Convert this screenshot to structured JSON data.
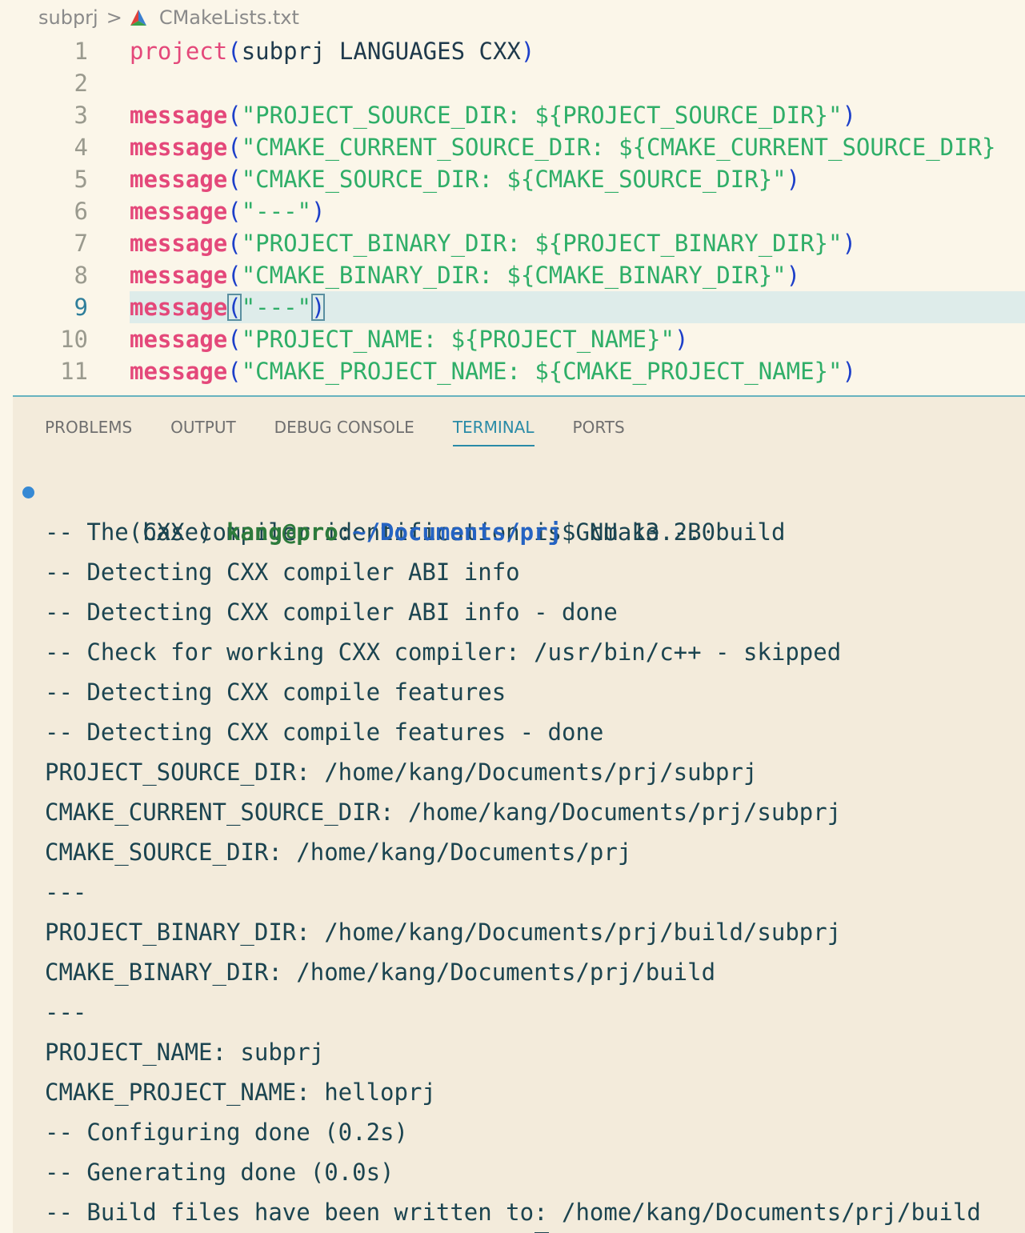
{
  "breadcrumb": {
    "folder": "subprj",
    "separator": ">",
    "file_icon": "cmake-triangle-icon",
    "file": "CMakeLists.txt"
  },
  "editor": {
    "active_line": 9,
    "lines": [
      {
        "num": "1",
        "fn": "project",
        "open": "(",
        "arg": "subprj LANGUAGES CXX",
        "close": ")"
      },
      {
        "num": "2",
        "fn": "",
        "open": "",
        "arg": "",
        "close": ""
      },
      {
        "num": "3",
        "fn": "message",
        "open": "(",
        "arg": "\"PROJECT_SOURCE_DIR: ${PROJECT_SOURCE_DIR}\"",
        "close": ")"
      },
      {
        "num": "4",
        "fn": "message",
        "open": "(",
        "arg": "\"CMAKE_CURRENT_SOURCE_DIR: ${CMAKE_CURRENT_SOURCE_DIR}",
        "close": ""
      },
      {
        "num": "5",
        "fn": "message",
        "open": "(",
        "arg": "\"CMAKE_SOURCE_DIR: ${CMAKE_SOURCE_DIR}\"",
        "close": ")"
      },
      {
        "num": "6",
        "fn": "message",
        "open": "(",
        "arg": "\"---\"",
        "close": ")"
      },
      {
        "num": "7",
        "fn": "message",
        "open": "(",
        "arg": "\"PROJECT_BINARY_DIR: ${PROJECT_BINARY_DIR}\"",
        "close": ")"
      },
      {
        "num": "8",
        "fn": "message",
        "open": "(",
        "arg": "\"CMAKE_BINARY_DIR: ${CMAKE_BINARY_DIR}\"",
        "close": ")"
      },
      {
        "num": "9",
        "fn": "message",
        "open": "(",
        "arg": "\"---\"",
        "close": ")"
      },
      {
        "num": "10",
        "fn": "message",
        "open": "(",
        "arg": "\"PROJECT_NAME: ${PROJECT_NAME}\"",
        "close": ")"
      },
      {
        "num": "11",
        "fn": "message",
        "open": "(",
        "arg": "\"CMAKE_PROJECT_NAME: ${CMAKE_PROJECT_NAME}\"",
        "close": ")"
      }
    ]
  },
  "panel": {
    "tabs": [
      {
        "label": "PROBLEMS",
        "active": false
      },
      {
        "label": "OUTPUT",
        "active": false
      },
      {
        "label": "DEBUG CONSOLE",
        "active": false
      },
      {
        "label": "TERMINAL",
        "active": true
      },
      {
        "label": "PORTS",
        "active": false
      }
    ]
  },
  "terminal": {
    "prompt": {
      "env": "(base) ",
      "user_host": "kang@pro",
      "colon": ":",
      "path": "~/Documents/prj",
      "symbol": "$ ",
      "command": "cmake -B build"
    },
    "output": [
      "-- The CXX compiler identification is GNU 13.2.0",
      "-- Detecting CXX compiler ABI info",
      "-- Detecting CXX compiler ABI info - done",
      "-- Check for working CXX compiler: /usr/bin/c++ - skipped",
      "-- Detecting CXX compile features",
      "-- Detecting CXX compile features - done",
      "PROJECT_SOURCE_DIR: /home/kang/Documents/prj/subprj",
      "CMAKE_CURRENT_SOURCE_DIR: /home/kang/Documents/prj/subprj",
      "CMAKE_SOURCE_DIR: /home/kang/Documents/prj",
      "---",
      "PROJECT_BINARY_DIR: /home/kang/Documents/prj/build/subprj",
      "CMAKE_BINARY_DIR: /home/kang/Documents/prj/build",
      "---",
      "PROJECT_NAME: subprj",
      "CMAKE_PROJECT_NAME: helloprj",
      "-- Configuring done (0.2s)",
      "-- Generating done (0.0s)",
      "-- Build files have been written to: /home/kang/Documents/prj/build"
    ]
  },
  "colors": {
    "editor_bg": "#fbf6e9",
    "panel_bg": "#f3ebdb",
    "keyword": "#e4487a",
    "string": "#2fae68",
    "paren": "#1d3fc9",
    "accent": "#2a8ba7",
    "active_line_bg": "#deecea"
  }
}
